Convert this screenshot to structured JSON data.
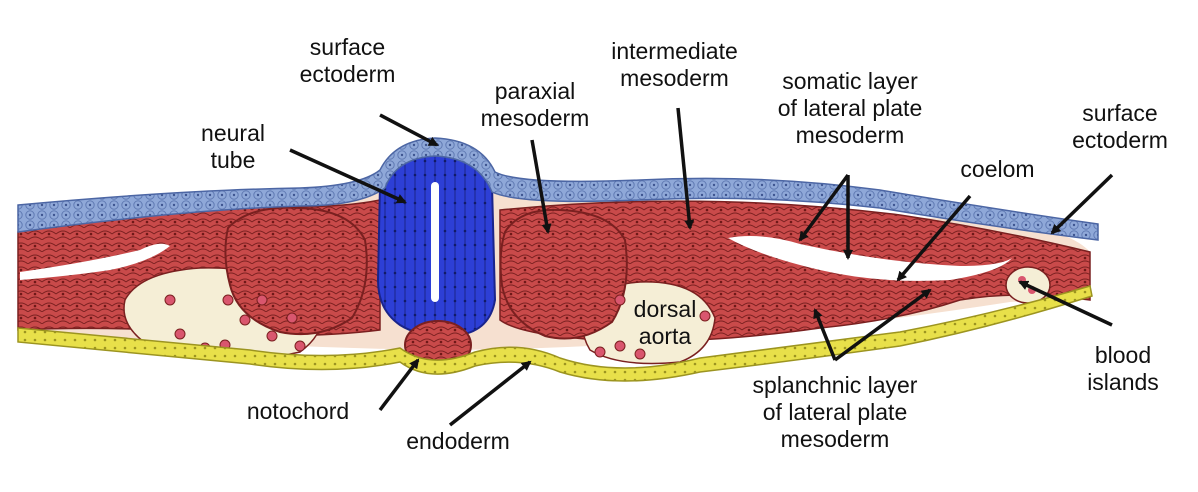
{
  "labels": {
    "surface_ectoderm_left": [
      "surface",
      "ectoderm"
    ],
    "neural_tube": [
      "neural",
      "tube"
    ],
    "paraxial_mesoderm": [
      "paraxial",
      "mesoderm"
    ],
    "intermediate_mesoderm": [
      "intermediate",
      "mesoderm"
    ],
    "somatic_layer": [
      "somatic layer",
      "of lateral plate",
      "mesoderm"
    ],
    "coelom": "coelom",
    "surface_ectoderm_right": [
      "surface",
      "ectoderm"
    ],
    "dorsal_aorta": [
      "dorsal",
      "aorta"
    ],
    "notochord": "notochord",
    "endoderm": "endoderm",
    "splanchnic_layer": [
      "splanchnic layer",
      "of lateral plate",
      "mesoderm"
    ],
    "blood_islands": [
      "blood",
      "islands"
    ]
  },
  "colors": {
    "ectoderm": "#8fa8d8",
    "mesoderm": "#c94a4a",
    "neural_tube": "#2d3fd6",
    "endoderm": "#e8e04a",
    "mesenchyme": "#f6e0d0",
    "aorta_cavity": "#f5eed6",
    "blood_cell": "#d9566e"
  }
}
